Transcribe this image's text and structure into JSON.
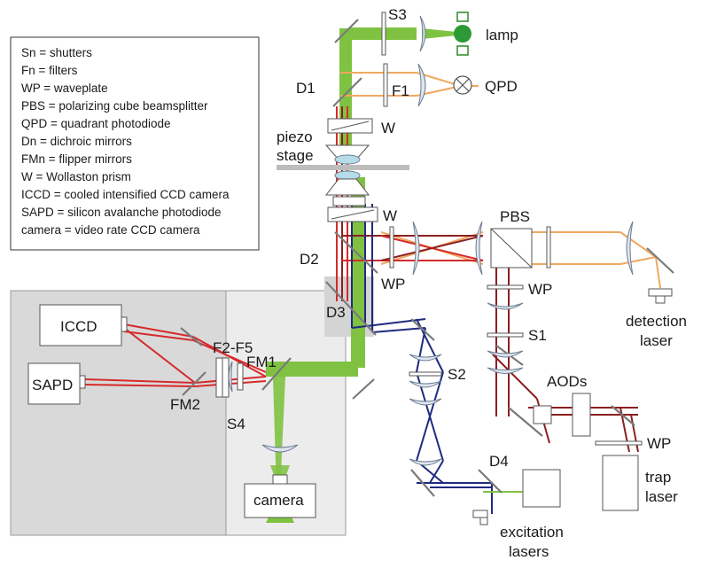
{
  "legend": {
    "lines": [
      "Sn = shutters",
      "Fn = filters",
      "WP = waveplate",
      "PBS = polarizing cube beamsplitter",
      "QPD = quadrant photodiode",
      "Dn = dichroic mirrors",
      "FMn = flipper mirrors",
      "W = Wollaston prism",
      "ICCD = cooled intensified CCD camera",
      "SAPD = silicon avalanche photodiode",
      "camera = video rate CCD camera"
    ]
  },
  "labels": {
    "lamp": "lamp",
    "qpd": "QPD",
    "s3": "S3",
    "d1": "D1",
    "f1": "F1",
    "w_top": "W",
    "piezo": "piezo",
    "stage": "stage",
    "w_mid": "W",
    "pbs": "PBS",
    "d2": "D2",
    "wp_left": "WP",
    "wp_right": "WP",
    "d3": "D3",
    "s1": "S1",
    "detection": "detection",
    "laser1": "laser",
    "iccd": "ICCD",
    "f2f5": "F2-F5",
    "fm1": "FM1",
    "sapd": "SAPD",
    "fm2": "FM2",
    "s4": "S4",
    "s2": "S2",
    "aods": "AODs",
    "wp_trap": "WP",
    "trap": "trap",
    "laser2": "laser",
    "camera": "camera",
    "d4": "D4",
    "excitation": "excitation",
    "lasers": "lasers"
  },
  "colors": {
    "green": "#7fc241",
    "red": "#d62a2a",
    "darkred": "#8b2020",
    "navy": "#1f2a80",
    "orange": "#f0a860",
    "panel_dark": "#d9d9d9",
    "panel_light": "#ececec"
  }
}
